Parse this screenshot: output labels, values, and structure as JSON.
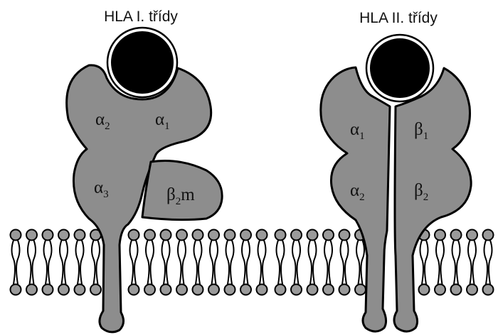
{
  "titles": {
    "class1": "HLA I. třídy",
    "class2": "HLA II. třídy"
  },
  "class1_domains": {
    "alpha2": {
      "sym": "α",
      "sub": "2"
    },
    "alpha1": {
      "sym": "α",
      "sub": "1"
    },
    "alpha3": {
      "sym": "α",
      "sub": "3"
    },
    "b2m": {
      "sym": "β",
      "sub": "2",
      "suffix": "m"
    }
  },
  "class2_domains": {
    "alpha1": {
      "sym": "α",
      "sub": "1"
    },
    "beta1": {
      "sym": "β",
      "sub": "1"
    },
    "alpha2": {
      "sym": "α",
      "sub": "2"
    },
    "beta2": {
      "sym": "β",
      "sub": "2"
    }
  },
  "colors": {
    "protein": "#8d8d8d",
    "peptide": "#000000",
    "lipid_head": "#9a9a9a"
  }
}
